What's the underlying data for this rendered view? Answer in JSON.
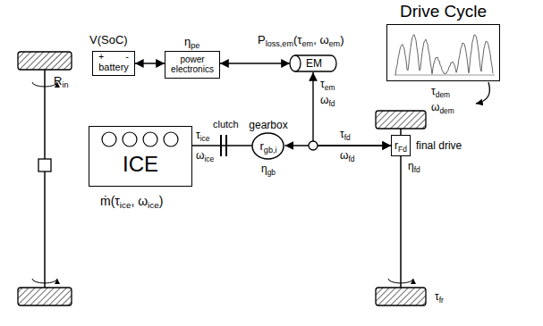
{
  "diagram": {
    "nodes": [
      {
        "text": [
          "Drive Cycle"
        ]
      },
      {
        "text": [
          "+",
          "-",
          "battery"
        ]
      },
      {
        "text": [
          "power electronics"
        ]
      },
      {
        "text": [
          "EM"
        ]
      },
      {
        "text": [
          "ICE"
        ]
      },
      {
        "text": [
          "gearbox",
          "rgb,i"
        ]
      },
      {
        "text": [
          "rFd",
          "final drive"
        ]
      }
    ],
    "edges": [
      {
        "from": 1,
        "to": 2,
        "arrow": "both"
      },
      {
        "from": 2,
        "to": 3,
        "arrow": "both"
      },
      {
        "from": 4,
        "to": 5,
        "arrow": "none",
        "label": "clutch"
      },
      {
        "from": 5,
        "to": 6,
        "arrow": "both"
      },
      {
        "from": 3,
        "to": 6,
        "arrow": "both"
      }
    ],
    "labels": [
      "V(SoC)",
      "Rin",
      "ηpe",
      "Ploss,em(τem, ωem)",
      "τem",
      "ωfd",
      "τice",
      "ωice",
      "ṁ(τice, ωice)",
      "ηgb",
      "τfd",
      "ωfd",
      "ηfd",
      "τdem",
      "ωdem",
      "τfr"
    ]
  }
}
